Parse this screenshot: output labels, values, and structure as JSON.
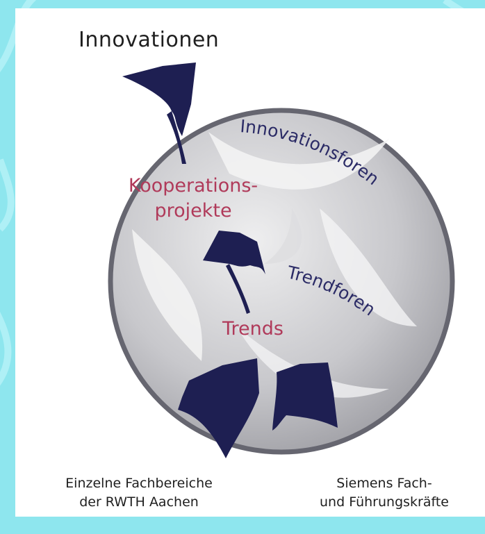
{
  "labels": {
    "top": "Innovationen",
    "kooperation_line1": "Kooperations-",
    "kooperation_line2": "projekte",
    "innovationsforen": "Innovationsforen",
    "trendforen": "Trendforen",
    "trends": "Trends",
    "left_line1": "Einzelne Fachbereiche",
    "left_line2": "der RWTH Aachen",
    "right_line1": "Siemens Fach-",
    "right_line2": "und Führungskräfte"
  },
  "colors": {
    "background": "#8ee6ee",
    "panel": "#ffffff",
    "globe": "#c9c9cc",
    "globe_rim": "#666670",
    "navy": "#1e1f52",
    "accent_text": "#b03a5a",
    "label_text": "#1f1f1f"
  }
}
